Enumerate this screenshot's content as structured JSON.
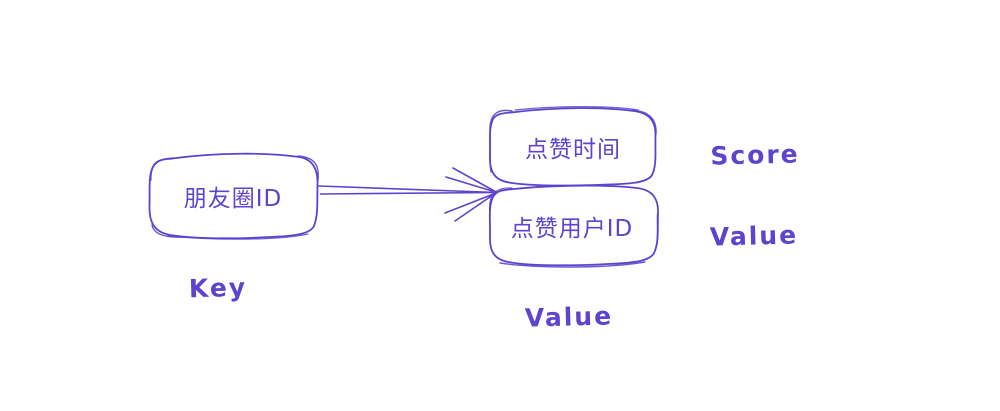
{
  "colors": {
    "stroke": "#5e43cf",
    "background": "#ffffff"
  },
  "key_box": {
    "label": "朋友圈ID",
    "caption": "Key"
  },
  "score_box": {
    "label": "点赞时间",
    "annotation": "Score"
  },
  "value_box": {
    "label": "点赞用户ID",
    "annotation": "Value"
  },
  "value_group": {
    "caption": "Value"
  }
}
